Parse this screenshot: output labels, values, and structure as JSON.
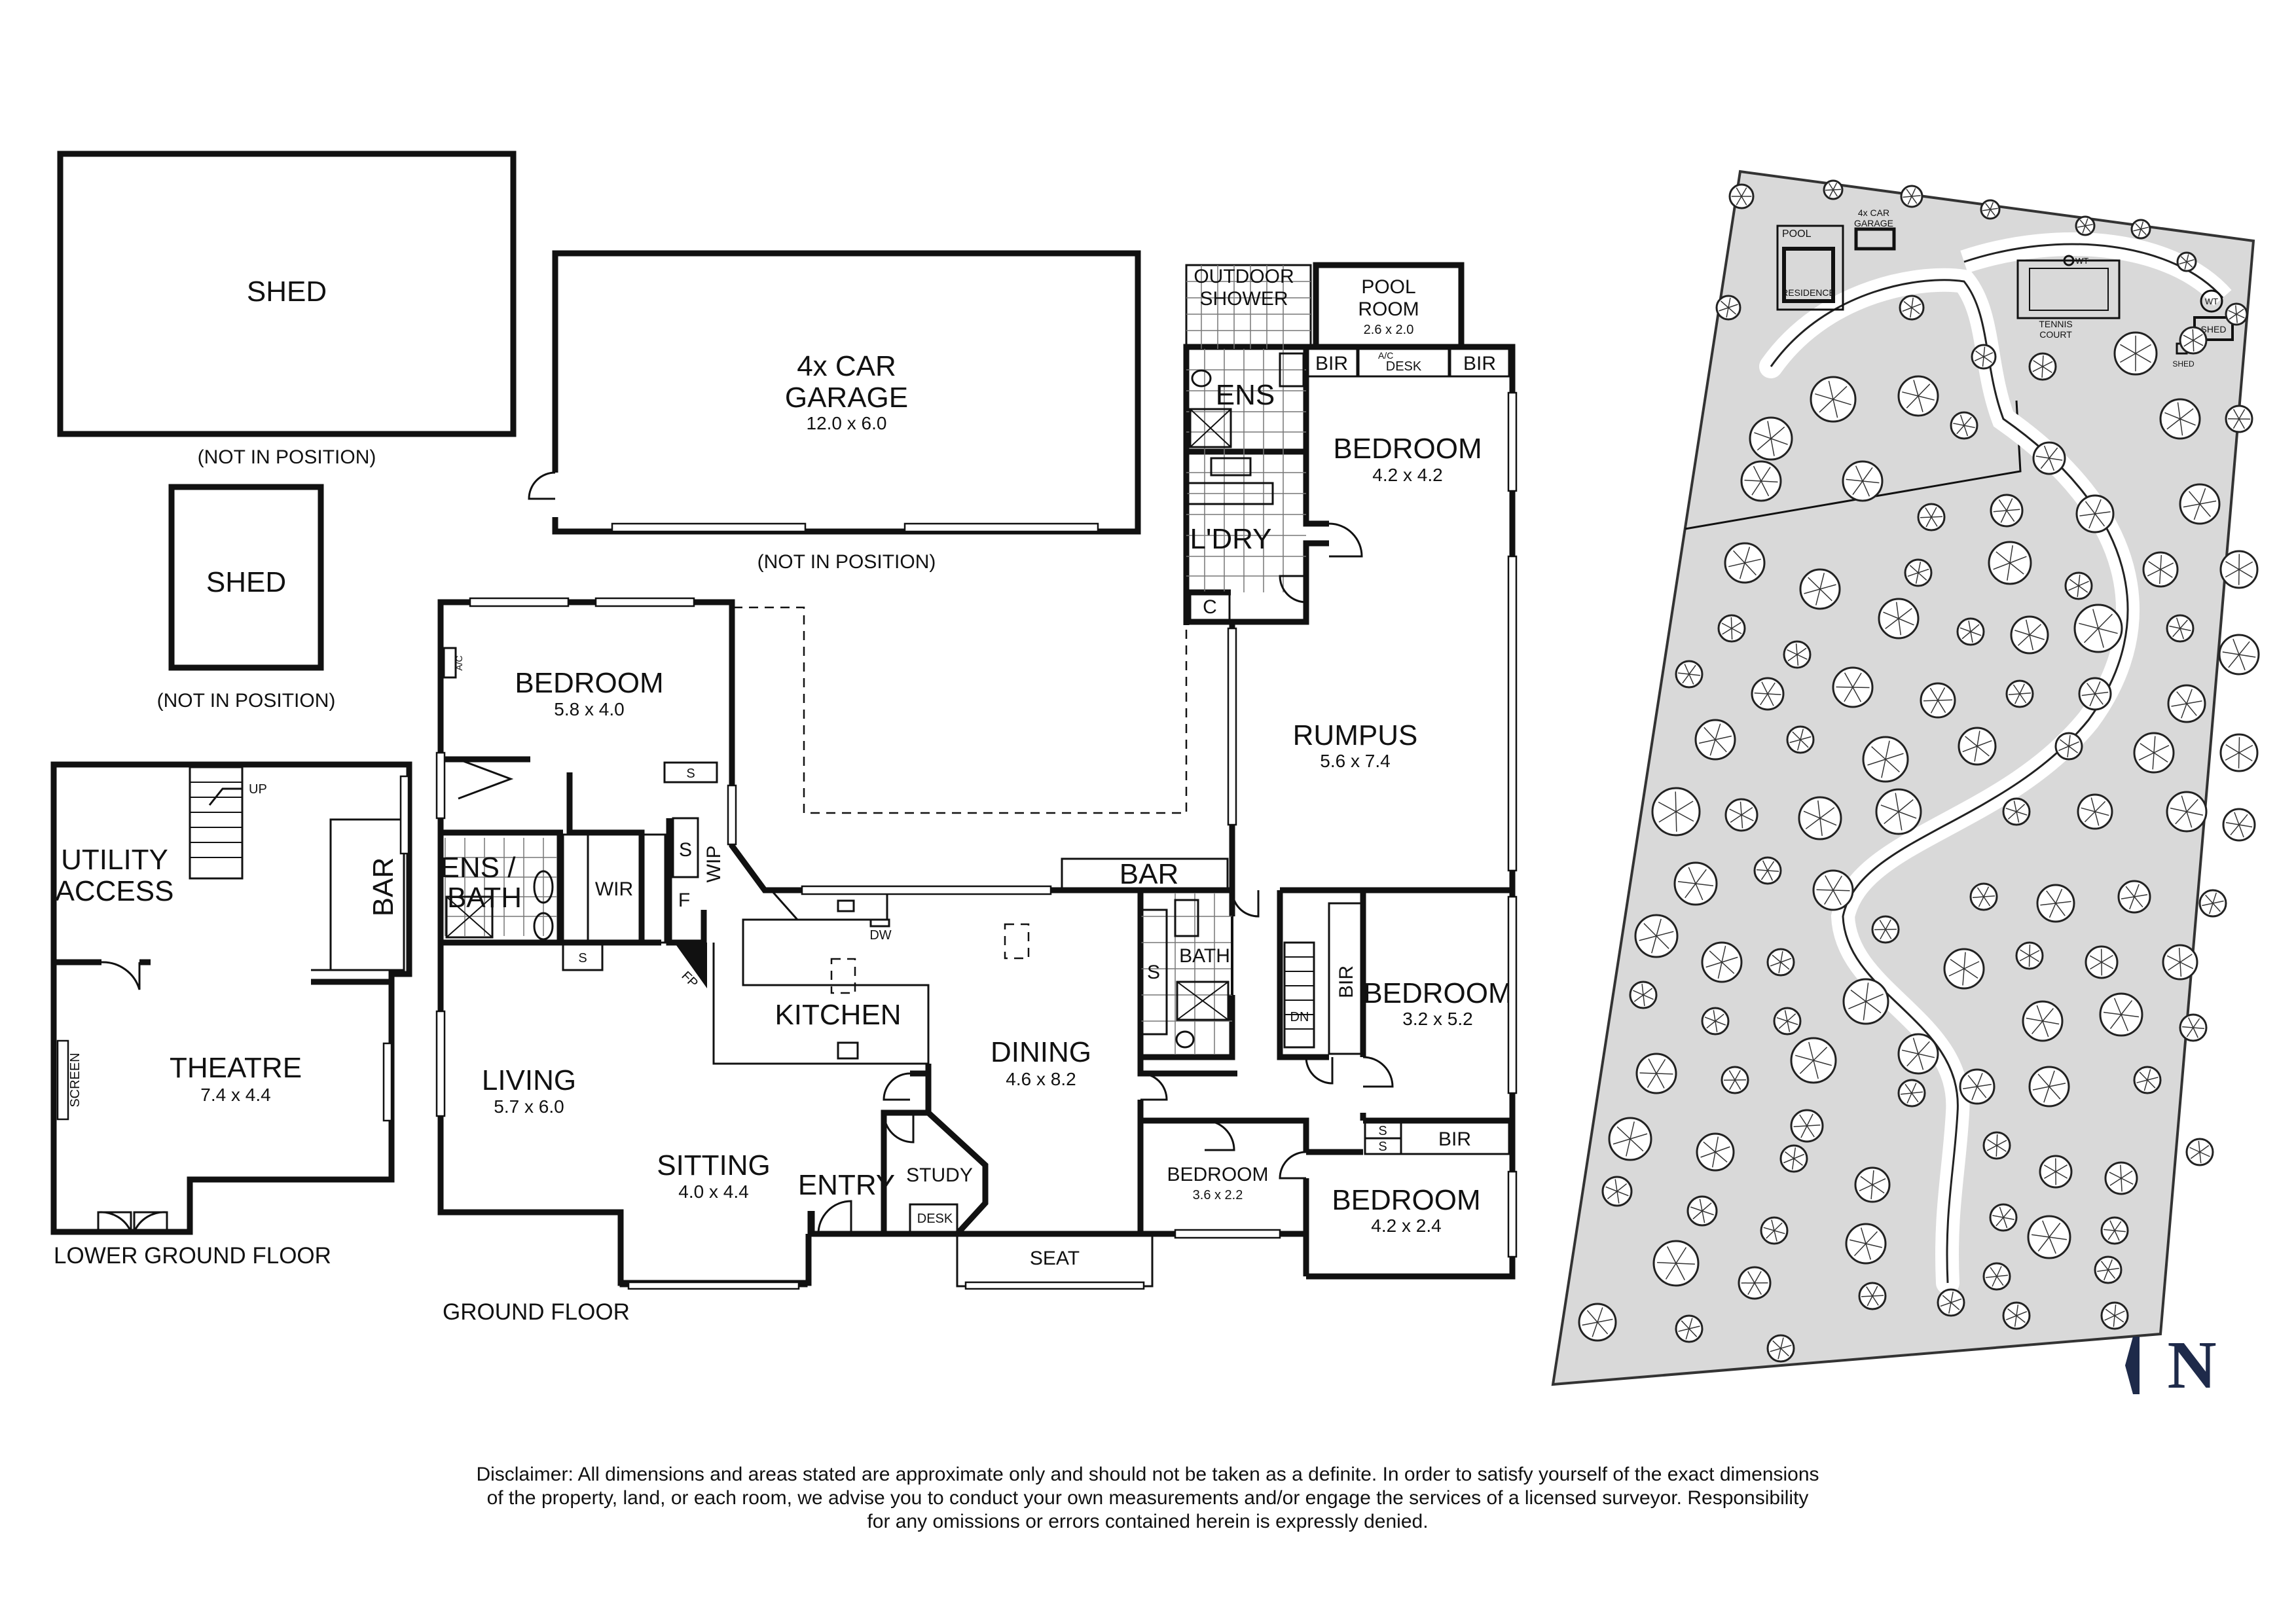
{
  "outbuildings": {
    "shed_large": "SHED",
    "shed_large_note": "(NOT IN POSITION)",
    "shed_small": "SHED",
    "shed_small_note": "(NOT IN POSITION)",
    "garage_name_1": "4x CAR",
    "garage_name_2": "GARAGE",
    "garage_dim": "12.0 x 6.0",
    "garage_note": "(NOT IN POSITION)"
  },
  "lower_ground": {
    "caption": "LOWER GROUND FLOOR",
    "utility_1": "UTILITY",
    "utility_2": "ACCESS",
    "up": "UP",
    "bar": "BAR",
    "screen": "SCREEN",
    "theatre": "THEATRE",
    "theatre_dim": "7.4 x 4.4"
  },
  "ground": {
    "caption": "GROUND FLOOR",
    "bedroom_main": "BEDROOM",
    "bedroom_main_dim": "5.8 x 4.0",
    "ac": "A/C",
    "s": "S",
    "ens_bath_1": "ENS /",
    "ens_bath_2": "BATH",
    "wir": "WIR",
    "wip": "WIP",
    "f": "F",
    "fp": "FP",
    "dw": "DW",
    "kitchen": "KITCHEN",
    "living": "LIVING",
    "living_dim": "5.7 x 6.0",
    "sitting": "SITTING",
    "sitting_dim": "4.0 x 4.4",
    "entry": "ENTRY",
    "study": "STUDY",
    "desk": "DESK",
    "dining": "DINING",
    "dining_dim": "4.6 x 8.2",
    "seat": "SEAT",
    "bar": "BAR",
    "rumpus": "RUMPUS",
    "rumpus_dim": "5.6 x 7.4",
    "outdoor_1": "OUTDOOR",
    "outdoor_2": "SHOWER",
    "pool_1": "POOL",
    "pool_2": "ROOM",
    "pool_dim": "2.6 x 2.0",
    "bir": "BIR",
    "ens": "ENS",
    "bedroom_ne": "BEDROOM",
    "bedroom_ne_dim": "4.2 x 4.2",
    "ldry": "L'DRY",
    "c": "C",
    "bath": "BATH",
    "dn": "DN",
    "bedroom_e": "BEDROOM",
    "bedroom_e_dim": "3.2 x 5.2",
    "bedroom_se": "BEDROOM",
    "bedroom_se_dim": "4.2 x 2.4",
    "bedroom_small": "BEDROOM",
    "bedroom_small_dim": "3.6 x 2.2"
  },
  "site": {
    "pool": "POOL",
    "residence": "RESIDENCE",
    "garage_1": "4x CAR",
    "garage_2": "GARAGE",
    "wt": "WT",
    "tennis_1": "TENNIS",
    "tennis_2": "COURT",
    "shed": "SHED",
    "north": "N"
  },
  "colors": {
    "line": "#111111",
    "lot_fill": "#d9d9d9",
    "compass": "#1e2a4a"
  },
  "disclaimer": {
    "line1": "Disclaimer: All dimensions and areas stated are approximate only and should not be taken as a definite. In order to satisfy yourself of the exact dimensions",
    "line2": "of the property, land, or each room, we advise you to conduct your own measurements and/or engage the services of a licensed surveyor. Responsibility",
    "line3": "for any omissions or errors contained herein is expressly denied."
  }
}
